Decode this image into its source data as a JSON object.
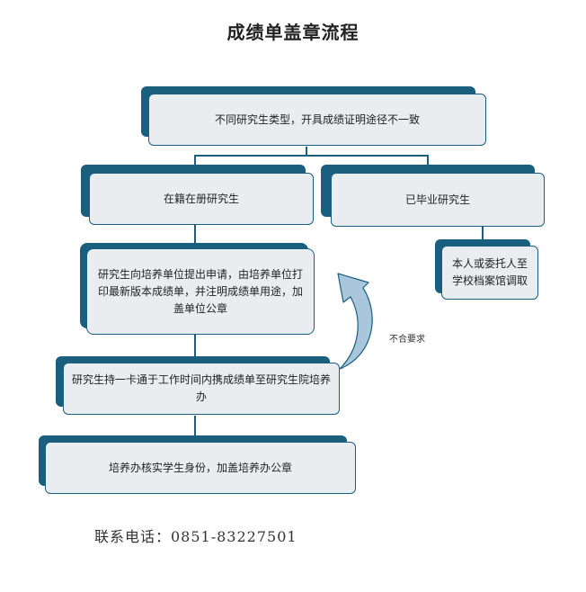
{
  "title": "成绩单盖章流程",
  "nodes": {
    "types": "不同研究生类型，开具成绩证明途径不一致",
    "enrolled": "在籍在册研究生",
    "graduated": "已毕业研究生",
    "apply": "研究生向培养单位提出申请，由培养单位打印最新版本成绩单，并注明成绩单用途，加盖单位公章",
    "archive": "本人或委托人至学校档案馆调取",
    "bring": "研究生持一卡通于工作时间内携成绩单至研究生院培养办",
    "verify": "培养办核实学生身份，加盖培养办公章"
  },
  "feedback_label": "不合要求",
  "contact": "联系电话：0851-83227501",
  "colors": {
    "accent": "#1a5f7e",
    "box_fill": "#e9edf0",
    "arrow_fill": "#a9c6dd"
  }
}
